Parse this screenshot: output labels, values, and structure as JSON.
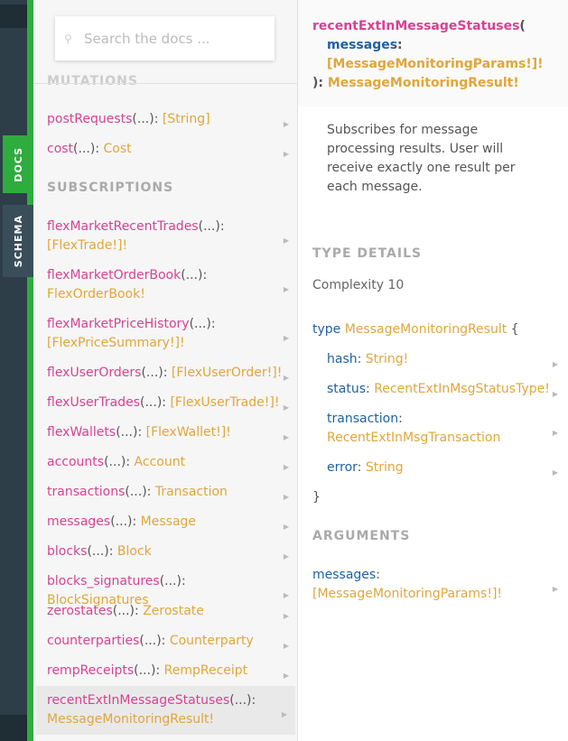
{
  "rail": {
    "docs_label": "DOCS",
    "schema_label": "SCHEMA"
  },
  "search": {
    "placeholder": "Search the docs ..."
  },
  "mid": {
    "mutations_title": "MUTATIONS",
    "subscriptions_title": "SUBSCRIPTIONS",
    "mutation_fields": [
      {
        "name": "postRequests",
        "args": "(...)",
        "sep": ": ",
        "type": "[String]"
      },
      {
        "name": "cost",
        "args": "(...)",
        "sep": ": ",
        "type": "Cost"
      }
    ],
    "subscription_fields": [
      {
        "name": "flexMarketRecentTrades",
        "args": "(...)",
        "sep": ":",
        "type": "[FlexTrade!]!"
      },
      {
        "name": "flexMarketOrderBook",
        "args": "(...)",
        "sep": ":",
        "type": "FlexOrderBook!"
      },
      {
        "name": "flexMarketPriceHistory",
        "args": "(...)",
        "sep": ":",
        "type": "[FlexPriceSummary!]!"
      },
      {
        "name": "flexUserOrders",
        "args": "(...)",
        "sep": ": ",
        "type": "[FlexUserOrder!]!"
      },
      {
        "name": "flexUserTrades",
        "args": "(...)",
        "sep": ": ",
        "type": "[FlexUserTrade!]!"
      },
      {
        "name": "flexWallets",
        "args": "(...)",
        "sep": ": ",
        "type": "[FlexWallet!]!"
      },
      {
        "name": "accounts",
        "args": "(...)",
        "sep": ": ",
        "type": "Account"
      },
      {
        "name": "transactions",
        "args": "(...)",
        "sep": ": ",
        "type": "Transaction"
      },
      {
        "name": "messages",
        "args": "(...)",
        "sep": ": ",
        "type": "Message"
      },
      {
        "name": "blocks",
        "args": "(...)",
        "sep": ": ",
        "type": "Block"
      },
      {
        "name": "blocks_signatures",
        "args": "(...)",
        "sep": ": ",
        "type": "BlockSignatures"
      },
      {
        "name": "zerostates",
        "args": "(...)",
        "sep": ": ",
        "type": "Zerostate"
      },
      {
        "name": "counterparties",
        "args": "(...)",
        "sep": ": ",
        "type": "Counterparty"
      },
      {
        "name": "rempReceipts",
        "args": "(...)",
        "sep": ": ",
        "type": "RempReceipt"
      },
      {
        "name": "recentExtInMessageStatuses",
        "args": "(...)",
        "sep": ":",
        "type": "MessageMonitoringResult!"
      }
    ]
  },
  "detail": {
    "name": "recentExtInMessageStatuses",
    "open_paren": "(",
    "arg_name": "messages",
    "arg_colon": ":",
    "arg_type": "[MessageMonitoringParams!]!",
    "close": "): ",
    "return_type": "MessageMonitoringResult!",
    "description": "Subscribes for message processing results. User will receive exactly one result per each message.",
    "type_details_title": "TYPE DETAILS",
    "complexity": "Complexity 10",
    "type_keyword": "type",
    "type_name": "MessageMonitoringResult",
    "open_brace": "{",
    "close_brace": "}",
    "type_fields": [
      {
        "name": "hash",
        "sep": ": ",
        "type": "String!"
      },
      {
        "name": "status",
        "sep": ": ",
        "type": "RecentExtInMsgStatusType!"
      },
      {
        "name": "transaction",
        "sep": ":",
        "type": "RecentExtInMsgTransaction"
      },
      {
        "name": "error",
        "sep": ": ",
        "type": "String"
      }
    ],
    "arguments_title": "ARGUMENTS",
    "argument": {
      "name": "messages",
      "sep": ":",
      "type": "[MessageMonitoringParams!]!"
    }
  }
}
